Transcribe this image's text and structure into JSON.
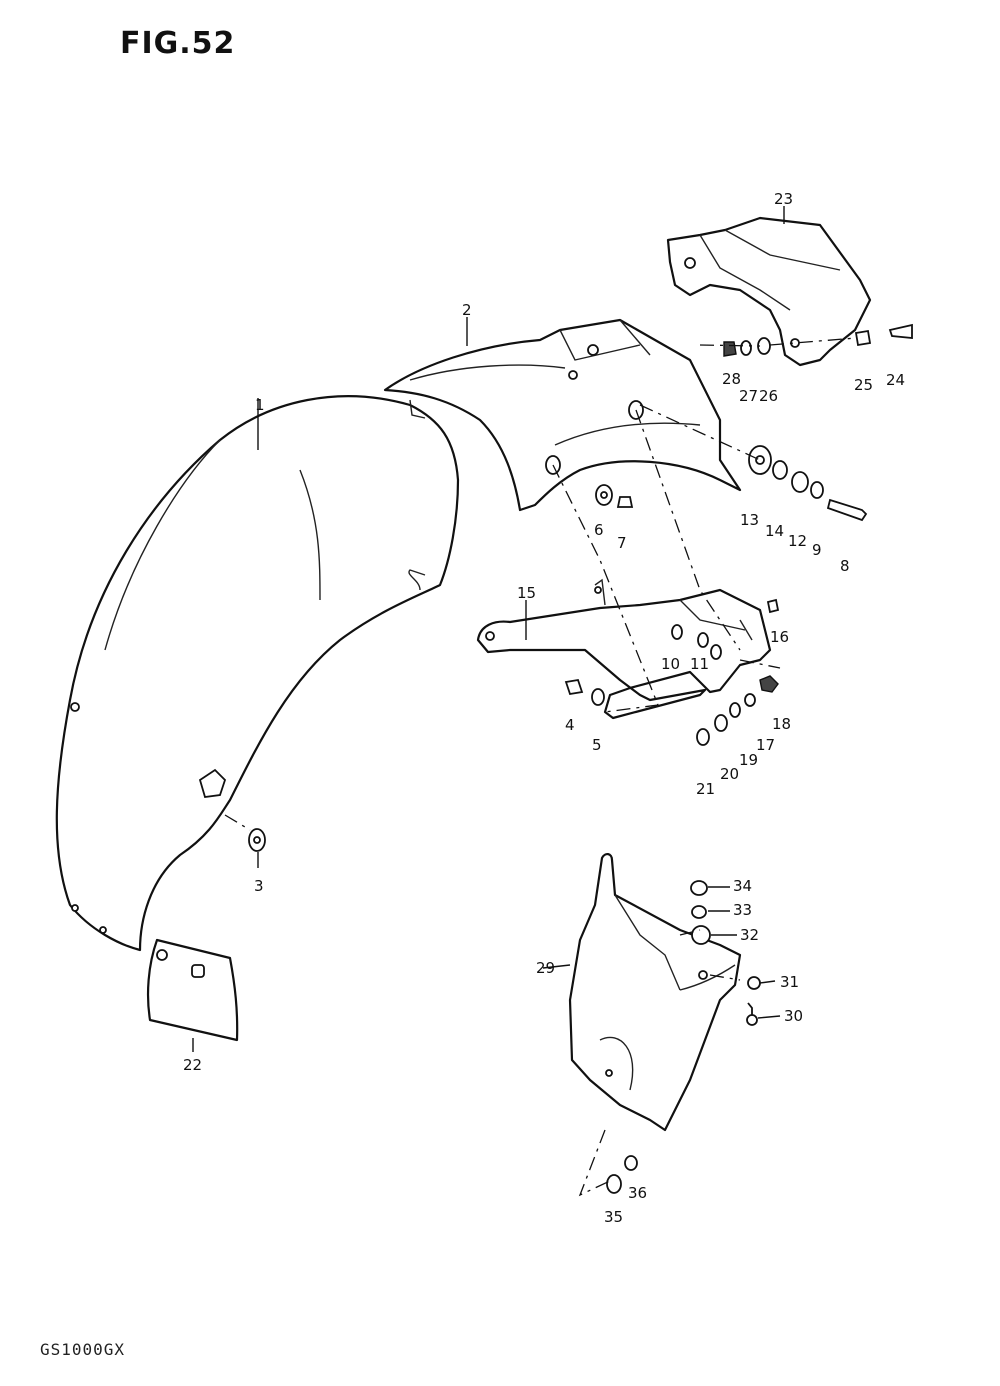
{
  "figure": {
    "title": "FIG.52",
    "model_code": "GS1000GX"
  },
  "callouts": {
    "p1": "1",
    "p2": "2",
    "p3": "3",
    "p4": "4",
    "p5": "5",
    "p6": "6",
    "p7": "7",
    "p8": "8",
    "p9": "9",
    "p10": "10",
    "p11": "11",
    "p12": "12",
    "p13": "13",
    "p14": "14",
    "p15": "15",
    "p16": "16",
    "p17": "17",
    "p18": "18",
    "p19": "19",
    "p20": "20",
    "p21": "21",
    "p22": "22",
    "p23": "23",
    "p24": "24",
    "p25": "25",
    "p26": "26",
    "p27": "27",
    "p28": "28",
    "p29": "29",
    "p30": "30",
    "p31": "31",
    "p32": "32",
    "p33": "33",
    "p34": "34",
    "p35": "35",
    "p36": "36"
  }
}
